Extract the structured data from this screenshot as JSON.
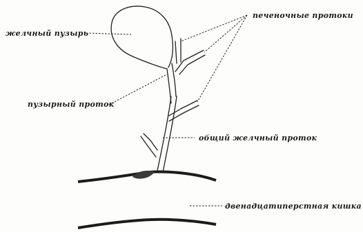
{
  "labels": {
    "gallbladder": "желчный пузырь",
    "hepatic_ducts": "печеночные протоки",
    "cystic_duct": "пузырный проток",
    "common_bile_duct": "общий желчный проток",
    "duodenum": "двенадцатиперстная кишка"
  },
  "colors": {
    "ink": "#1e1e1e",
    "paper": "#fdfdfb"
  }
}
